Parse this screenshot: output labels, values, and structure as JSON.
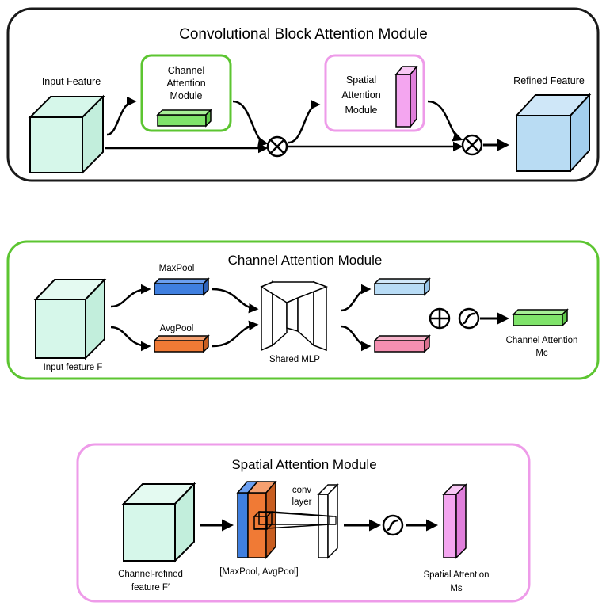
{
  "panels": {
    "cbam": {
      "title": "Convolutional  Block  Attention  Module",
      "input_label": "Input  Feature",
      "channel_box": [
        "Channel",
        "Attention",
        "Module"
      ],
      "spatial_box": [
        "Spatial",
        "Attention",
        "Module"
      ],
      "output_label": "Refined  Feature"
    },
    "channel": {
      "title": "Channel  Attention  Module",
      "maxpool": "MaxPool",
      "avgpool": "AvgPool",
      "input_label": "Input  feature  F",
      "mlp_label": "Shared  MLP",
      "output_label_1": "Channel   Attention",
      "output_label_2": "Mc"
    },
    "spatial": {
      "title": "Spatial  Attention  Module",
      "conv_label_1": "conv",
      "conv_label_2": "layer",
      "input_label_1": "Channel-refined",
      "input_label_2": "feature  F′",
      "pool_label": "[MaxPool, AvgPool]",
      "output_label_1": "Spatial  Attention",
      "output_label_2": "Ms"
    }
  },
  "colors": {
    "cbam_border": "#1a1a1a",
    "channel_border": "#5cc531",
    "spatial_border": "#ee9be9",
    "input_cube": "#d6f7ea",
    "refined_cube": "#b9dcf3",
    "channel_bar": "#7fe36a",
    "spatial_bar": "#f4a6f0",
    "maxpool_bar": "#3f7fe0",
    "avgpool_bar": "#f07a35",
    "mlp_out_top": "#b8dcf6",
    "mlp_out_bottom": "#f48fb1"
  },
  "icons": [
    "multiply-icon",
    "plus-icon",
    "sigmoid-icon",
    "arrow-icon"
  ]
}
